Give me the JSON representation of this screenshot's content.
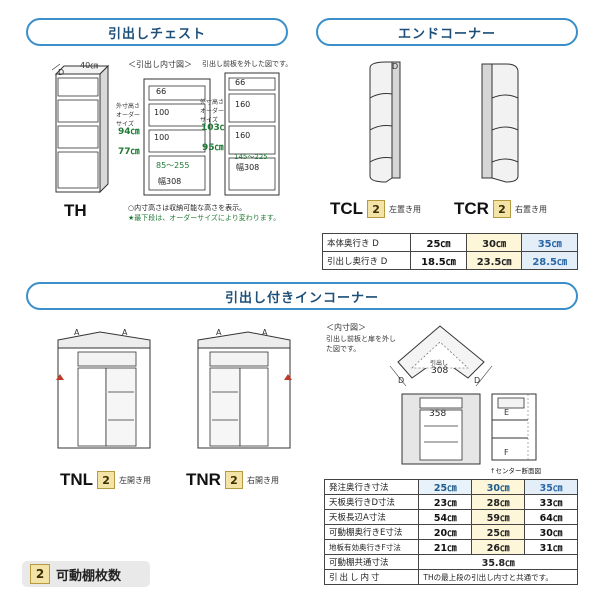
{
  "headers": {
    "chest": "引出しチェスト",
    "end_corner": "エンドコーナー",
    "inner_corner": "引出し付きインコーナー"
  },
  "chest": {
    "width_dim": "40㎝",
    "depth_label": "D",
    "code": "TH",
    "diagram1": {
      "title": "＜引出し内寸図＞",
      "custom_label": "外寸高さオーダーサイズ",
      "h_top": "94㎝",
      "h_bottom": "77㎝",
      "rows": [
        "66",
        "100",
        "100",
        "85～255"
      ],
      "base": "幅308"
    },
    "diagram2": {
      "title": "引出し前板を外した図です。",
      "custom_label": "外寸高さオーダーサイズ",
      "h_top": "103㎝",
      "h_bottom": "95㎝",
      "rows": [
        "66",
        "160",
        "160",
        "145～225"
      ],
      "base": "幅308"
    },
    "notes": [
      "○内寸高さは収納可能な高さを表示。",
      "★最下段は、オーダーサイズにより変わります。"
    ]
  },
  "end_corner": {
    "depth_label": "D",
    "left": {
      "code": "TCL",
      "badge": "2",
      "desc": "左置き用"
    },
    "right": {
      "code": "TCR",
      "badge": "2",
      "desc": "右置き用"
    },
    "table": [
      {
        "label": "本体奥行き D",
        "v1": "25㎝",
        "v2": "30㎝",
        "v3": "35㎝"
      },
      {
        "label": "引出し奥行き D",
        "v1": "18.5㎝",
        "v2": "23.5㎝",
        "v3": "28.5㎝"
      }
    ]
  },
  "inner_corner": {
    "dim_label": "A",
    "left": {
      "code": "TNL",
      "badge": "2",
      "desc": "左開き用"
    },
    "right": {
      "code": "TNR",
      "badge": "2",
      "desc": "右開き用"
    },
    "inner": {
      "title": "＜内寸図＞",
      "note": "引出し前板と扉を外した図です。",
      "drawer_label": "引出し",
      "top_width": "308",
      "mid_width": "358",
      "side_e": "E",
      "side_f": "F",
      "section_label": "↑センター断面図",
      "dim_d": "D"
    },
    "table": [
      {
        "label": "発注奥行き寸法",
        "v1": "25㎝",
        "v2": "30㎝",
        "v3": "35㎝"
      },
      {
        "label": "天板奥行きD寸法",
        "v1": "23㎝",
        "v2": "28㎝",
        "v3": "33㎝"
      },
      {
        "label": "天板長辺A寸法",
        "v1": "54㎝",
        "v2": "59㎝",
        "v3": "64㎝"
      },
      {
        "label": "可動棚奥行きE寸法",
        "v1": "20㎝",
        "v2": "25㎝",
        "v3": "30㎝"
      },
      {
        "label": "地板有効奥行きF寸法",
        "v1": "21㎝",
        "v2": "26㎝",
        "v3": "31㎝"
      }
    ],
    "common_label": "可動棚共通寸法",
    "common_value": "35.8㎝",
    "inner_label": "引出し内寸",
    "inner_value": "THの最上段の引出し内寸と共通です。"
  },
  "legend": {
    "badge": "2",
    "text": "可動棚枚数"
  },
  "colors": {
    "accent": "#3a8fc8",
    "yellow": "#f3e3a7",
    "blue_cell": "#e3eef9",
    "cream_cell": "#fdf6d8"
  }
}
